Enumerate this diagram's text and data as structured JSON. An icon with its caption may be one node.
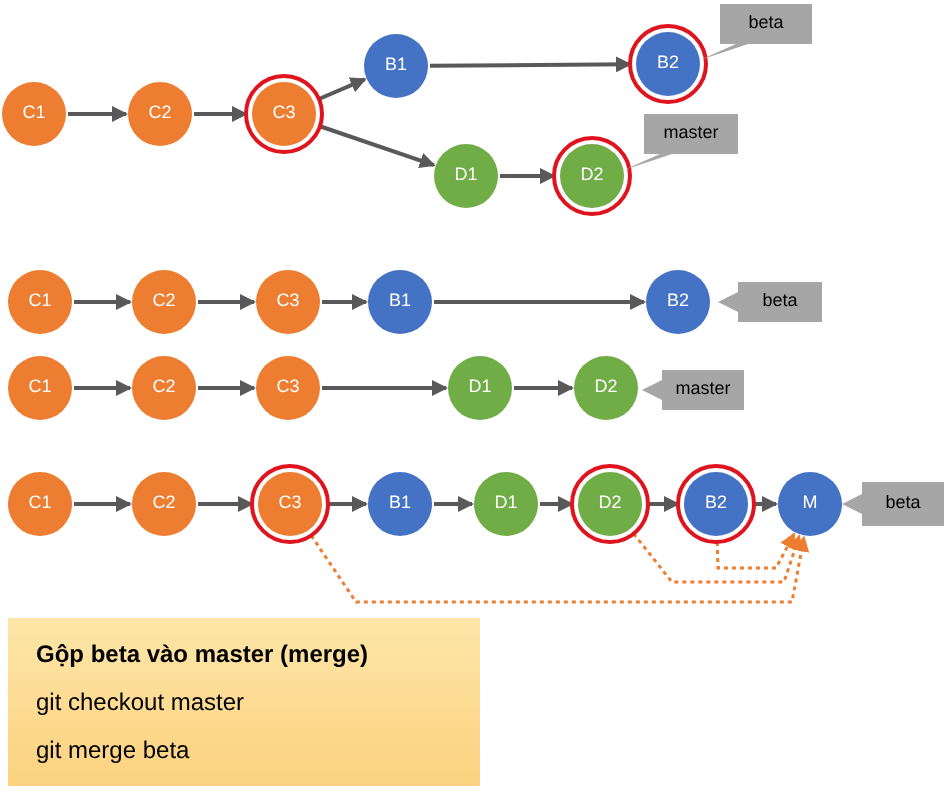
{
  "diagram": {
    "nodes": [
      {
        "text": [
          "C1"
        ]
      },
      {
        "text": [
          "C2"
        ]
      },
      {
        "text": [
          "C3"
        ]
      },
      {
        "text": [
          "B1"
        ]
      },
      {
        "text": [
          "B2"
        ]
      },
      {
        "text": [
          "beta"
        ]
      },
      {
        "text": [
          "D1"
        ]
      },
      {
        "text": [
          "D2"
        ]
      },
      {
        "text": [
          "master"
        ]
      },
      {
        "text": [
          "C1"
        ]
      },
      {
        "text": [
          "C2"
        ]
      },
      {
        "text": [
          "C3"
        ]
      },
      {
        "text": [
          "B1"
        ]
      },
      {
        "text": [
          "B2"
        ]
      },
      {
        "text": [
          "beta"
        ]
      },
      {
        "text": [
          "C1"
        ]
      },
      {
        "text": [
          "C2"
        ]
      },
      {
        "text": [
          "C3"
        ]
      },
      {
        "text": [
          "D1"
        ]
      },
      {
        "text": [
          "D2"
        ]
      },
      {
        "text": [
          "master"
        ]
      },
      {
        "text": [
          "C1"
        ]
      },
      {
        "text": [
          "C2"
        ]
      },
      {
        "text": [
          "C3"
        ]
      },
      {
        "text": [
          "B1"
        ]
      },
      {
        "text": [
          "D1"
        ]
      },
      {
        "text": [
          "D2"
        ]
      },
      {
        "text": [
          "B2"
        ]
      },
      {
        "text": [
          "M"
        ]
      },
      {
        "text": [
          "beta"
        ]
      },
      {
        "text": [
          "Gộp beta vào master (merge)",
          "git checkout master",
          "git merge beta"
        ]
      }
    ],
    "edges": [
      {
        "from": 0,
        "to": 1,
        "arrow": "to"
      },
      {
        "from": 1,
        "to": 2,
        "arrow": "to"
      },
      {
        "from": 2,
        "to": 3,
        "arrow": "to"
      },
      {
        "from": 2,
        "to": 6,
        "arrow": "to"
      },
      {
        "from": 3,
        "to": 4,
        "arrow": "to"
      },
      {
        "from": 6,
        "to": 7,
        "arrow": "to"
      },
      {
        "from": 9,
        "to": 10,
        "arrow": "to"
      },
      {
        "from": 10,
        "to": 11,
        "arrow": "to"
      },
      {
        "from": 11,
        "to": 12,
        "arrow": "to"
      },
      {
        "from": 12,
        "to": 13,
        "arrow": "to"
      },
      {
        "from": 15,
        "to": 16,
        "arrow": "to"
      },
      {
        "from": 16,
        "to": 17,
        "arrow": "to"
      },
      {
        "from": 17,
        "to": 18,
        "arrow": "to"
      },
      {
        "from": 18,
        "to": 19,
        "arrow": "to"
      },
      {
        "from": 21,
        "to": 22,
        "arrow": "to"
      },
      {
        "from": 22,
        "to": 23,
        "arrow": "to"
      },
      {
        "from": 23,
        "to": 24,
        "arrow": "to"
      },
      {
        "from": 24,
        "to": 25,
        "arrow": "to"
      },
      {
        "from": 25,
        "to": 26,
        "arrow": "to"
      },
      {
        "from": 26,
        "to": 27,
        "arrow": "to"
      },
      {
        "from": 27,
        "to": 28,
        "arrow": "to"
      },
      {
        "from": 23,
        "to": 28,
        "arrow": "to",
        "style": "dashed",
        "color": "#ed7d31"
      },
      {
        "from": 26,
        "to": 28,
        "arrow": "to",
        "style": "dashed",
        "color": "#ed7d31"
      },
      {
        "from": 27,
        "to": 28,
        "arrow": "to",
        "style": "dashed",
        "color": "#ed7d31"
      }
    ]
  }
}
